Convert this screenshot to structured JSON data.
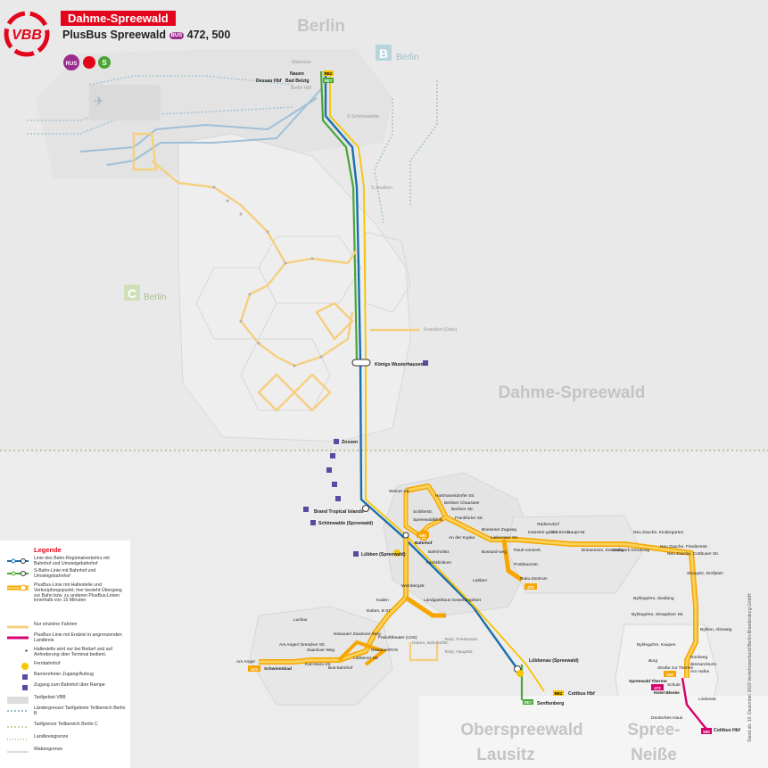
{
  "header": {
    "title": "Dahme-Spreewald",
    "subtitle": "PlusBus Spreewald",
    "bus_badge": "BUS",
    "lines": "472, 500",
    "logo": "VBB",
    "mode_rus": "RUS",
    "mode_s": "S"
  },
  "regions": [
    {
      "key": "berlin",
      "label": "Berlin"
    },
    {
      "key": "dahme",
      "label": "Dahme-Spreewald"
    },
    {
      "key": "oberspreewald1",
      "label": "Oberspreewald"
    },
    {
      "key": "oberspreewald2",
      "label": "Lausitz"
    },
    {
      "key": "spreeneisse1",
      "label": "Spree-"
    },
    {
      "key": "spreeneisse2",
      "label": "Neiße"
    }
  ],
  "zones": [
    {
      "key": "B",
      "label": "B",
      "name": "Berlin"
    },
    {
      "key": "C",
      "label": "C",
      "name": "Berlin"
    }
  ],
  "stations": [
    {
      "key": "wannsee",
      "label": "Wannsee"
    },
    {
      "key": "nauen",
      "label": "Nauen"
    },
    {
      "key": "dessau",
      "label": "Dessau Hbf"
    },
    {
      "key": "badbelzig",
      "label": "Bad Belzig"
    },
    {
      "key": "berlinhbf",
      "label": "Berlin Hbf"
    },
    {
      "key": "schoeneweide",
      "label": "S Schöneweide"
    },
    {
      "key": "zeuthen",
      "label": "S Zeuthen"
    },
    {
      "key": "koenigswh",
      "label": "Königs Wusterhausen"
    },
    {
      "key": "frankfurt",
      "label": "Frankfurt (Oder)"
    },
    {
      "key": "zossen",
      "label": "Zossen"
    },
    {
      "key": "brand",
      "label": "Brand Tropical Islands"
    },
    {
      "key": "schoenwalde",
      "label": "Schönwalde (Spreewald)"
    },
    {
      "key": "luebbenst",
      "label": "Lübben (Spreewald)"
    },
    {
      "key": "luebbenau",
      "label": "Lübbenau (Spreewald)"
    },
    {
      "key": "cottbus",
      "label": "Cottbus Hbf"
    },
    {
      "key": "senftenberg",
      "label": "Senftenberg"
    },
    {
      "key": "cottbus2",
      "label": "Cottbus Hbf"
    }
  ],
  "badges": [
    {
      "key": "re2",
      "label": "RE2"
    },
    {
      "key": "re7",
      "label": "RE7"
    },
    {
      "key": "re7b",
      "label": "RE7"
    },
    {
      "key": "re2b",
      "label": "RE2"
    },
    {
      "key": "b500",
      "label": "500"
    },
    {
      "key": "b472",
      "label": "472"
    },
    {
      "key": "b500b",
      "label": "500"
    },
    {
      "key": "b472b",
      "label": "472"
    },
    {
      "key": "b472c",
      "label": "472"
    },
    {
      "key": "b500c",
      "label": "500"
    }
  ],
  "stops": [
    {
      "key": "weiner",
      "label": "Weiner Str."
    },
    {
      "key": "hartmann",
      "label": "Hartmannsdorfer Str."
    },
    {
      "key": "berlinch",
      "label": "Berliner Chaussee"
    },
    {
      "key": "berlinstr",
      "label": "Berliner Str."
    },
    {
      "key": "schiller",
      "label": "Schillerstr."
    },
    {
      "key": "spreewaldkl",
      "label": "Spreewaldklinik"
    },
    {
      "key": "frankfurterstr",
      "label": "Frankfurter Str."
    },
    {
      "key": "kupka",
      "label": "An der Kupka"
    },
    {
      "key": "luebbenbhf",
      "label": "Bahnhof"
    },
    {
      "key": "bahnhofstr",
      "label": "Bahnhofstr."
    },
    {
      "key": "fachklinik",
      "label": "Fachklinikum"
    },
    {
      "key": "busswerk",
      "label": "Bussard-weg"
    },
    {
      "key": "briesen",
      "label": "Briesener Zugweg"
    },
    {
      "key": "liebero",
      "label": "Lieberoser Str."
    },
    {
      "key": "postbaum",
      "label": "Postbaumstr."
    },
    {
      "key": "rauvor",
      "label": "Rauh-vorwerk"
    },
    {
      "key": "ruku",
      "label": "Ruku-Zentrum"
    },
    {
      "key": "luebben",
      "label": "Lübben"
    },
    {
      "key": "weinberg",
      "label": "Weinbergstr."
    },
    {
      "key": "radensdorf",
      "label": "Radensdorf"
    },
    {
      "key": "industrie",
      "label": "Industrie-gebiet"
    },
    {
      "key": "ambrock",
      "label": "Am Brock"
    },
    {
      "key": "hauptstr",
      "label": "Haupt-str."
    },
    {
      "key": "briesensee",
      "label": "Briesensee, Kreuzung"
    },
    {
      "key": "wulfswart",
      "label": "Wußwerk Kreuzung"
    },
    {
      "key": "neuzauchak",
      "label": "Neu Zauche, Kindergarten"
    },
    {
      "key": "neuzauchaf",
      "label": "Neu Zauche, Friedensstr."
    },
    {
      "key": "neuzauchac",
      "label": "Neu Zauche, Cottbuser Str."
    },
    {
      "key": "straupitz",
      "label": "Straupitz, Dorfplatz"
    },
    {
      "key": "byhlsied",
      "label": "Byhleguhre, Siedlung"
    },
    {
      "key": "byhlstrau",
      "label": "Byhleguhre, Straupitzer Str."
    },
    {
      "key": "byhlab",
      "label": "Byhlen, Abzweig"
    },
    {
      "key": "byhlkaup",
      "label": "Byhleguhre, Kaupen"
    },
    {
      "key": "nordweg",
      "label": "Nordweg"
    },
    {
      "key": "bismarck",
      "label": "Bismarckturm"
    },
    {
      "key": "amhafen",
      "label": "Am Hafen"
    },
    {
      "key": "burg",
      "label": "Burg"
    },
    {
      "key": "strassethe",
      "label": "Straße zur Therme"
    },
    {
      "key": "spreetherme",
      "label": "Spreewald Therme"
    },
    {
      "key": "hotelbleske",
      "label": "Hotel Bleske"
    },
    {
      "key": "schule",
      "label": "Schule"
    },
    {
      "key": "lindenstr",
      "label": "Lindenstr."
    },
    {
      "key": "deutscheshaus",
      "label": "Deutsches Haus"
    },
    {
      "key": "kaden",
      "label": "Kaden"
    },
    {
      "key": "duben",
      "label": "Duben, B 87"
    },
    {
      "key": "landgasthaus",
      "label": "Landgasthaus Gewerbegebiet"
    },
    {
      "key": "luckau",
      "label": "Luckau"
    },
    {
      "key": "amanger",
      "label": "Am Anger"
    },
    {
      "key": "schwimmbad",
      "label": "Schwimmbad"
    },
    {
      "key": "amanger2",
      "label": "Am Anger/ Dresdner Str."
    },
    {
      "key": "nissauer",
      "label": "Nissauer/ Zaackoer Weg"
    },
    {
      "key": "zaackoer",
      "label": "Zaackoer Weg"
    },
    {
      "key": "karlmarx",
      "label": "Karl-Marx-Str."
    },
    {
      "key": "busbhf",
      "label": "Bus-bahnhof"
    },
    {
      "key": "luebbener",
      "label": "Lübbener Str."
    },
    {
      "key": "freiluft",
      "label": "Freilufttheater (LDS)"
    },
    {
      "key": "nissauer2",
      "label": "Nissauer/RVS"
    },
    {
      "key": "dubenbhf",
      "label": "Duben, Bahnhofstr."
    },
    {
      "key": "terpt1",
      "label": "Terpt, Friedensstr."
    },
    {
      "key": "terpt2",
      "label": "Terpt, Hauptstr."
    }
  ],
  "legend": {
    "title": "Legende",
    "items": [
      "Linie des Bahn-Regionalverkehrs mit Bahnhof und Umsteigebahnhof",
      "S-Bahn-Linie mit Bahnhof und Umsteigebahnhof",
      "PlusBus-Linie mit Haltestelle und Verknüpfungspunkt; hier besteht Übergang zur Bahn bzw. zu anderen PlusBus-Linien innerhalb von 15 Minuten",
      "Nur einzelne Fahrten",
      "PlusBus-Linie mit Endziel in angrenzenden Landkreis",
      "Haltestelle wird nur bei Bedarf und auf Anforderung über Terminal bedient.",
      "Fernbahnhof",
      "Barrierefreier Zugang/Aufzug",
      "Zugang zum Bahnhof über Rampe",
      "Tarifgebiet VBB",
      "Ländergrenze/ Tarifgebiete Teilbereich Berlin B",
      "Tarifgrenze Teilbereich Berlin C",
      "Landkreisgrenze",
      "Wabengrenze"
    ]
  },
  "copyright": "Stand ab: 10. Dezember 2023 Verkehrsverbund Berlin-Brandenburg GmbH",
  "colors": {
    "plusbus": "#f7a600",
    "plusbus_outline": "#f5cf7e",
    "regio": "#1a6faf",
    "sbahn": "#4aa537",
    "pink": "#d6006f",
    "red": "#e3051b",
    "grey_line": "#9db8c9"
  }
}
